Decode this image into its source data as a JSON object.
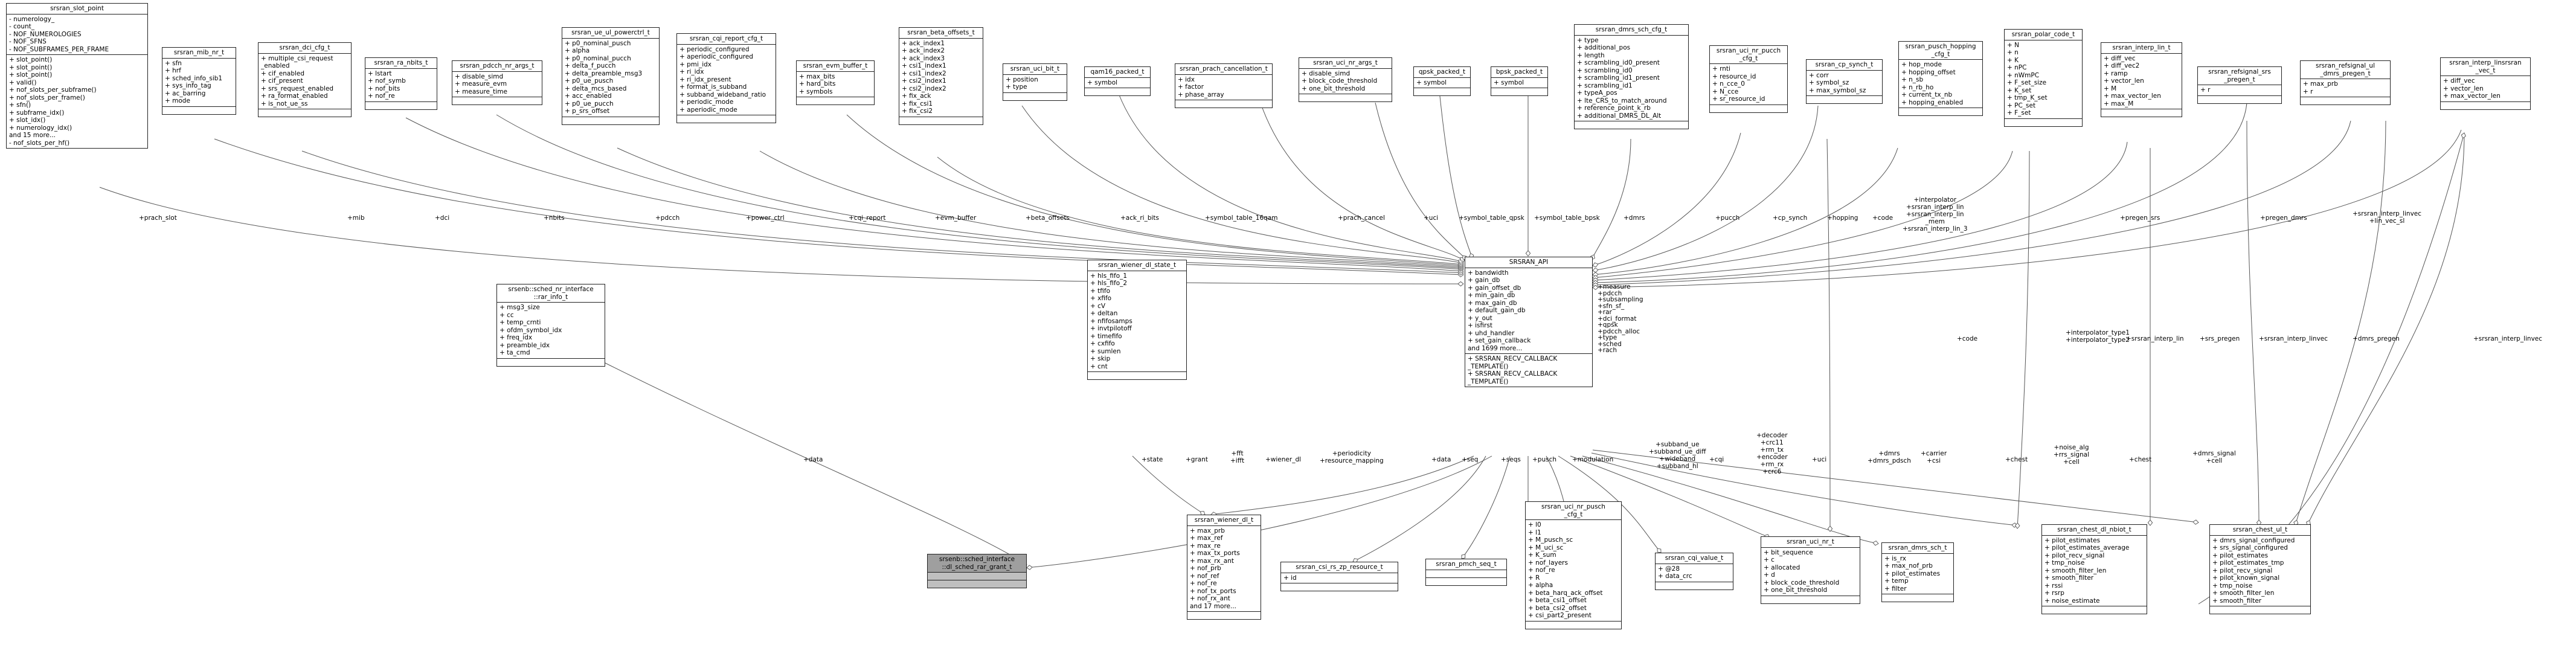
{
  "classes": {
    "slot_point": {
      "title": "srsran_slot_point",
      "attrs": [
        "- numerology_",
        "- count_",
        "- NOF_NUMEROLOGIES",
        "- NOF_SFNS",
        "- NOF_SUBFRAMES_PER_FRAME"
      ],
      "methods": [
        "+ slot_point()",
        "+ slot_point()",
        "+ slot_point()",
        "+ valid()",
        "+ nof_slots_per_subframe()",
        "+ nof_slots_per_frame()",
        "+ sfn()",
        "+ subframe_idx()",
        "+ slot_idx()",
        "+ numerology_idx()",
        "and 15 more...",
        "- nof_slots_per_hf()"
      ]
    },
    "mib_nr": {
      "title": "srsran_mib_nr_t",
      "attrs": [
        "+ sfn",
        "+ hrf",
        "+ sched_info_sib1",
        "+ sys_info_tag",
        "+ ac_barring",
        "+ mode"
      ],
      "methods": []
    },
    "dci_cfg": {
      "title": "srsran_dci_cfg_t",
      "attrs": [
        "+ multiple_csi_request\n_enabled",
        "+ cif_enabled",
        "+ cif_present",
        "+ srs_request_enabled",
        "+ ra_format_enabled",
        "+ is_not_ue_ss"
      ],
      "methods": []
    },
    "ra_nbits": {
      "title": "srsran_ra_nbits_t",
      "attrs": [
        "+ lstart",
        "+ nof_symb",
        "+ nof_bits",
        "+ nof_re"
      ],
      "methods": []
    },
    "pdcch_nr_args": {
      "title": "srsran_pdcch_nr_args_t",
      "attrs": [
        "+ disable_simd",
        "+ measure_evm",
        "+ measure_time"
      ],
      "methods": []
    },
    "ue_ul_powerctrl": {
      "title": "srsran_ue_ul_powerctrl_t",
      "attrs": [
        "+ p0_nominal_pusch",
        "+ alpha",
        "+ p0_nominal_pucch",
        "+ delta_f_pucch",
        "+ delta_preamble_msg3",
        "+ p0_ue_pusch",
        "+ delta_mcs_based",
        "+ acc_enabled",
        "+ p0_ue_pucch",
        "+ p_srs_offset"
      ],
      "methods": []
    },
    "cqi_report": {
      "title": "srsran_cqi_report_cfg_t",
      "attrs": [
        "+ periodic_configured",
        "+ aperiodic_configured",
        "+ pmi_idx",
        "+ ri_idx",
        "+ ri_idx_present",
        "+ format_is_subband",
        "+ subband_wideband_ratio",
        "+ periodic_mode",
        "+ aperiodic_mode"
      ],
      "methods": []
    },
    "evm_buffer": {
      "title": "srsran_evm_buffer_t",
      "attrs": [
        "+ max_bits",
        "+ hard_bits",
        "+ symbols"
      ],
      "methods": []
    },
    "beta_offsets": {
      "title": "srsran_beta_offsets_t",
      "attrs": [
        "+ ack_index1",
        "+ ack_index2",
        "+ ack_index3",
        "+ csi1_index1",
        "+ csi1_index2",
        "+ csi2_index1",
        "+ csi2_index2",
        "+ fix_ack",
        "+ fix_csi1",
        "+ fix_csi2"
      ],
      "methods": []
    },
    "uci_bit": {
      "title": "srsran_uci_bit_t",
      "attrs": [
        "+ position",
        "+ type"
      ],
      "methods": []
    },
    "qam16_packed": {
      "title": "qam16_packed_t",
      "attrs": [
        "+ symbol"
      ],
      "methods": []
    },
    "prach_cancel": {
      "title": "srsran_prach_cancellation_t",
      "attrs": [
        "+ idx",
        "+ factor",
        "+ phase_array"
      ],
      "methods": []
    },
    "uci_nr_args": {
      "title": "srsran_uci_nr_args_t",
      "attrs": [
        "+ disable_simd",
        "+ block_code_threshold",
        "+ one_bit_threshold"
      ],
      "methods": []
    },
    "qpsk_packed": {
      "title": "qpsk_packed_t",
      "attrs": [
        "+ symbol"
      ],
      "methods": []
    },
    "bpsk_packed": {
      "title": "bpsk_packed_t",
      "attrs": [
        "+ symbol"
      ],
      "methods": []
    },
    "dmrs_sch_cfg": {
      "title": "srsran_dmrs_sch_cfg_t",
      "attrs": [
        "+ type",
        "+ additional_pos",
        "+ length",
        "+ scrambling_id0_present",
        "+ scrambling_id0",
        "+ scrambling_id1_present",
        "+ scrambling_id1",
        "+ typeA_pos",
        "+ lte_CRS_to_match_around",
        "+ reference_point_k_rb",
        "+ additional_DMRS_DL_Alt"
      ],
      "methods": []
    },
    "uci_nr_pucch_cfg": {
      "title": "srsran_uci_nr_pucch\n_cfg_t",
      "attrs": [
        "+ rnti",
        "+ resource_id",
        "+ n_cce_0",
        "+ N_cce",
        "+ sr_resource_id"
      ],
      "methods": []
    },
    "cp_synch": {
      "title": "srsran_cp_synch_t",
      "attrs": [
        "+ corr",
        "+ symbol_sz",
        "+ max_symbol_sz"
      ],
      "methods": []
    },
    "pusch_hopping": {
      "title": "srsran_pusch_hopping\n_cfg_t",
      "attrs": [
        "+ hop_mode",
        "+ hopping_offset",
        "+ n_sb",
        "+ n_rb_ho",
        "+ current_tx_nb",
        "+ hopping_enabled"
      ],
      "methods": []
    },
    "polar_code": {
      "title": "srsran_polar_code_t",
      "attrs": [
        "+ N",
        "+ n",
        "+ K",
        "+ nPC",
        "+ nWmPC",
        "+ F_set_size",
        "+ K_set",
        "+ tmp_K_set",
        "+ PC_set",
        "+ F_set"
      ],
      "methods": []
    },
    "interp_lin": {
      "title": "srsran_interp_lin_t",
      "attrs": [
        "+ diff_vec",
        "+ diff_vec2",
        "+ ramp",
        "+ vector_len",
        "+ M",
        "+ max_vector_len",
        "+ max_M"
      ],
      "methods": []
    },
    "refsignal_srs": {
      "title": "srsran_refsignal_srs\n_pregen_t",
      "attrs": [
        "+ r"
      ],
      "methods": []
    },
    "refsignal_dmrs": {
      "title": "srsran_refsignal_ul\n_dmrs_pregen_t",
      "attrs": [
        "+ max_prb",
        "+ r"
      ],
      "methods": []
    },
    "interp_linsrsvec": {
      "title": "srsran_interp_linsrsran\n_vec_t",
      "attrs": [
        "+ diff_vec",
        "+ vector_len",
        "+ max_vector_len"
      ],
      "methods": []
    },
    "sched_nr_info": {
      "title": "srsenb::sched_nr_interface\n::rar_info_t",
      "attrs": [
        "+ msg3_size",
        "+ cc",
        "+ temp_crnti",
        "+ ofdm_symbol_idx",
        "+ freq_idx",
        "+ preamble_idx",
        "+ ta_cmd"
      ],
      "methods": []
    },
    "wiener_state": {
      "title": "srsran_wiener_dl_state_t",
      "attrs": [
        "+ hls_fifo_1",
        "+ hls_fifo_2",
        "+ tfifo",
        "+ xfifo",
        "+ cV",
        "+ deltan",
        "+ nfifosamps",
        "+ invtpilotoff",
        "+ timefifo",
        "+ cxfifo",
        "+ sumlen",
        "+ skip",
        "+ cnt"
      ],
      "methods": []
    },
    "srsran_api": {
      "title": "SRSRAN_API",
      "attrs": [
        "+ bandwidth",
        "+ gain_db",
        "+ gain_offset_db",
        "+ min_gain_db",
        "+ max_gain_db",
        "+ default_gain_db",
        "+ y_out",
        "+ isfirst",
        "+ uhd_handler",
        "+ set_gain_callback",
        "and 1699 more..."
      ],
      "methods": [
        "+ SRSRAN_RECV_CALLBACK\n_TEMPLATE()",
        "+ SRSRAN_RECV_CALLBACK\n_TEMPLATE()"
      ]
    },
    "sched_rar_grant": {
      "title": "srsenb::sched_interface\n::dl_sched_rar_grant_t",
      "attrs": [],
      "methods": []
    },
    "wiener_dl": {
      "title": "srsran_wiener_dl_t",
      "attrs": [
        "+ max_prb",
        "+ max_ref",
        "+ max_re",
        "+ max_tx_ports",
        "+ max_rx_ant",
        "+ nof_prb",
        "+ nof_ref",
        "+ nof_re",
        "+ nof_tx_ports",
        "+ nof_rx_ant",
        "and 17 more..."
      ],
      "methods": []
    },
    "csi_rs_zp": {
      "title": "srsran_csi_rs_zp_resource_t",
      "attrs": [
        "+ id"
      ],
      "methods": []
    },
    "pmch_seq": {
      "title": "srsran_pmch_seq_t",
      "attrs": [],
      "methods": []
    },
    "uci_nr_pusch": {
      "title": "srsran_uci_nr_pusch\n_cfg_t",
      "attrs": [
        "+ l0",
        "+ l1",
        "+ M_pusch_sc",
        "+ M_uci_sc",
        "+ K_sum",
        "+ nof_layers",
        "+ nof_re",
        "+ R",
        "+ alpha",
        "+ beta_harq_ack_offset",
        "+ beta_csi1_offset",
        "+ beta_csi2_offset",
        "+ csi_part2_present"
      ],
      "methods": []
    },
    "cqi_value": {
      "title": "srsran_cqi_value_t",
      "attrs": [
        "+ @28",
        "+ data_crc"
      ],
      "methods": []
    },
    "uci_nr": {
      "title": "srsran_uci_nr_t",
      "attrs": [
        "+ bit_sequence",
        "+ c",
        "+ allocated",
        "+ d",
        "+ block_code_threshold",
        "+ one_bit_threshold"
      ],
      "methods": []
    },
    "dmrs_sch": {
      "title": "srsran_dmrs_sch_t",
      "attrs": [
        "+ is_rx",
        "+ max_nof_prb",
        "+ pilot_estimates",
        "+ temp",
        "+ filter"
      ],
      "methods": []
    },
    "chest_dl_nbiot": {
      "title": "srsran_chest_dl_nbiot_t",
      "attrs": [
        "+ pilot_estimates",
        "+ pilot_estimates_average",
        "+ pilot_recv_signal",
        "+ tmp_noise",
        "+ smooth_filter_len",
        "+ smooth_filter",
        "+ rssi",
        "+ rsrp",
        "+ noise_estimate"
      ],
      "methods": []
    },
    "chest_ul": {
      "title": "srsran_chest_ul_t",
      "attrs": [
        "+ dmrs_signal_configured",
        "+ srs_signal_configured",
        "+ pilot_estimates",
        "+ pilot_estimates_tmp",
        "+ pilot_recv_signal",
        "+ pilot_known_signal",
        "+ tmp_noise",
        "+ smooth_filter_len",
        "+ smooth_filter"
      ],
      "methods": []
    }
  },
  "edge_labels": {
    "prach_slot": "+prach_slot",
    "mib": "+mib",
    "dci": "+dci",
    "nbits": "+nbits",
    "pdcch": "+pdcch",
    "power_ctrl": "+power_ctrl",
    "cqi_report": "+cqi_report",
    "evm_buffer": "+evm_buffer",
    "beta_offsets": "+beta_offsets",
    "ack_ri_bits": "+ack_ri_bits",
    "symbol_table_16qam": "+symbol_table_16qam",
    "prach_cancel": "+prach_cancel",
    "uci": "+uci",
    "symbol_table_qpsk": "+symbol_table_qpsk",
    "symbol_table_bpsk": "+symbol_table_bpsk",
    "dmrs": "+dmrs",
    "pucch": "+pucch",
    "cp_synch": "+cp_synch",
    "hopping": "+hopping",
    "code": "+code",
    "interp": "+interpolator\n+srsran_interp_lin\n+srsran_interp_lin\n_mem\n+srsran_interp_lin_3",
    "pregen_srs": "+pregen_srs",
    "pregen_dmrs": "+pregen_dmrs",
    "interp_linvec": "+srsran_interp_linvec\n+lin_vec_sl",
    "api_right": "+measure\n+pdcch\n+subsampling\n+sfn_sf_\n+rar\n+dci_format\n+qpsk\n+pdcch_alloc\n+type\n+sched\n+rach",
    "data": "+data",
    "state": "+state",
    "grant": "+grant",
    "fft": "+fft\n+ifft",
    "wiener_dl": "+wiener_dl",
    "periodicity": "+periodicity\n+resource_mapping",
    "data2": "+data",
    "seq": "+seq",
    "seqs": "+seqs",
    "pusch": "+pusch",
    "modulation": "+modulation",
    "subband": "+subband_ue\n+subband_ue_diff\n+wideband\n+subband_hl",
    "cqi": "+cqi",
    "decoder": "+decoder\n+crc11\n+rm_tx\n+encoder\n+rm_rx\n+crc6",
    "uci2": "+uci",
    "dmrs2": "+dmrs\n+dmrs_pdsch",
    "carrier": "+carrier\n+csi",
    "chest": "+chest",
    "noise_alg": "+noise_alg\n+rrs_signal\n+cell",
    "chest2": "+chest",
    "dmrs_signal": "+dmrs_signal\n+cell",
    "code2": "+code",
    "interp_type": "+interpolator_type1\n+interpolator_type2",
    "srs_interp_lin": "+srsran_interp_lin",
    "srs_interp_linvec": "+srsran_interp_linvec",
    "dmrs_pregen": "+dmrs_pregen",
    "srs_pregen": "+srs_pregen",
    "interp_linvec2": "+srsran_interp_linvec"
  }
}
